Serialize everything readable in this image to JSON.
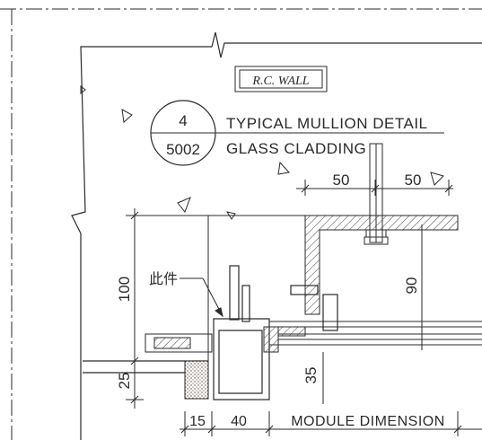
{
  "title_block": {
    "detail_number": "4",
    "sheet_number": "5002",
    "title_line1": "TYPICAL MULLION DETAIL",
    "title_line2": "GLASS CLADDING"
  },
  "wall_tag": "R.C. WALL",
  "callout": "此件",
  "dimensions": {
    "top_left": "50",
    "top_right": "50",
    "vertical_100": "100",
    "vertical_25": "25",
    "vertical_90": "90",
    "vertical_35": "35",
    "bottom_15": "15",
    "bottom_40": "40",
    "module": "MODULE DIMENSION"
  },
  "colors": {
    "line": "#2a2a2a",
    "hatch": "#3a3a3a",
    "wood": "#5a4a3a"
  }
}
